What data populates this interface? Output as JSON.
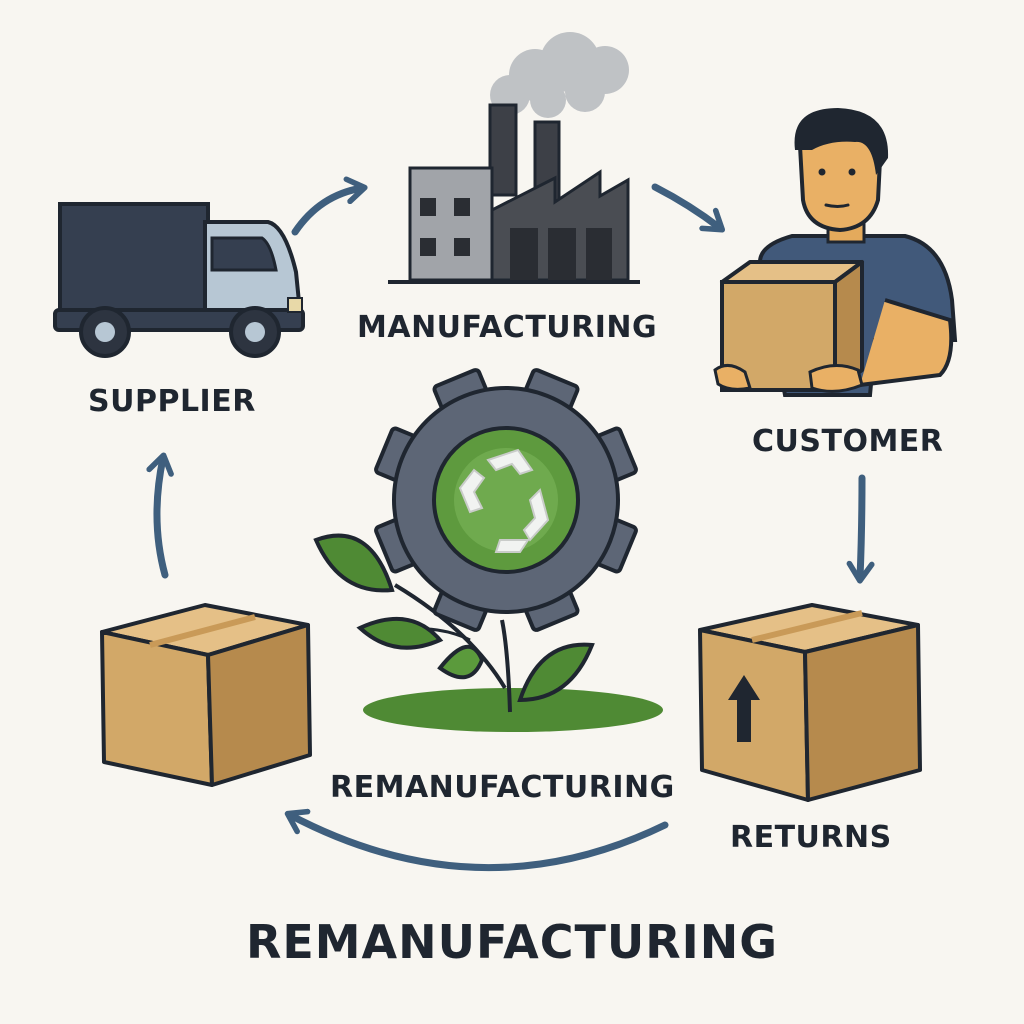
{
  "labels": {
    "supplier": "SUPPLIER",
    "manufacturing": "MANUFACTURING",
    "customer": "CUSTOMER",
    "remanufacturing": "REMANUFACTURING",
    "returns": "RETURNS"
  },
  "title": "REMANUFACTURING",
  "colors": {
    "arrow": "#3f5f7e",
    "box": "#d2a868",
    "truck_cab": "#b7c7d4",
    "truck_cargo": "#353f50",
    "factory": "#4a4d53",
    "gear": "#5d6676",
    "leaf": "#4f8a34",
    "shirt": "#41597a"
  },
  "icons": [
    "truck-icon",
    "factory-icon",
    "person-with-box-icon",
    "box-icon",
    "return-box-icon",
    "gear-recycle-icon",
    "plant-icon"
  ]
}
